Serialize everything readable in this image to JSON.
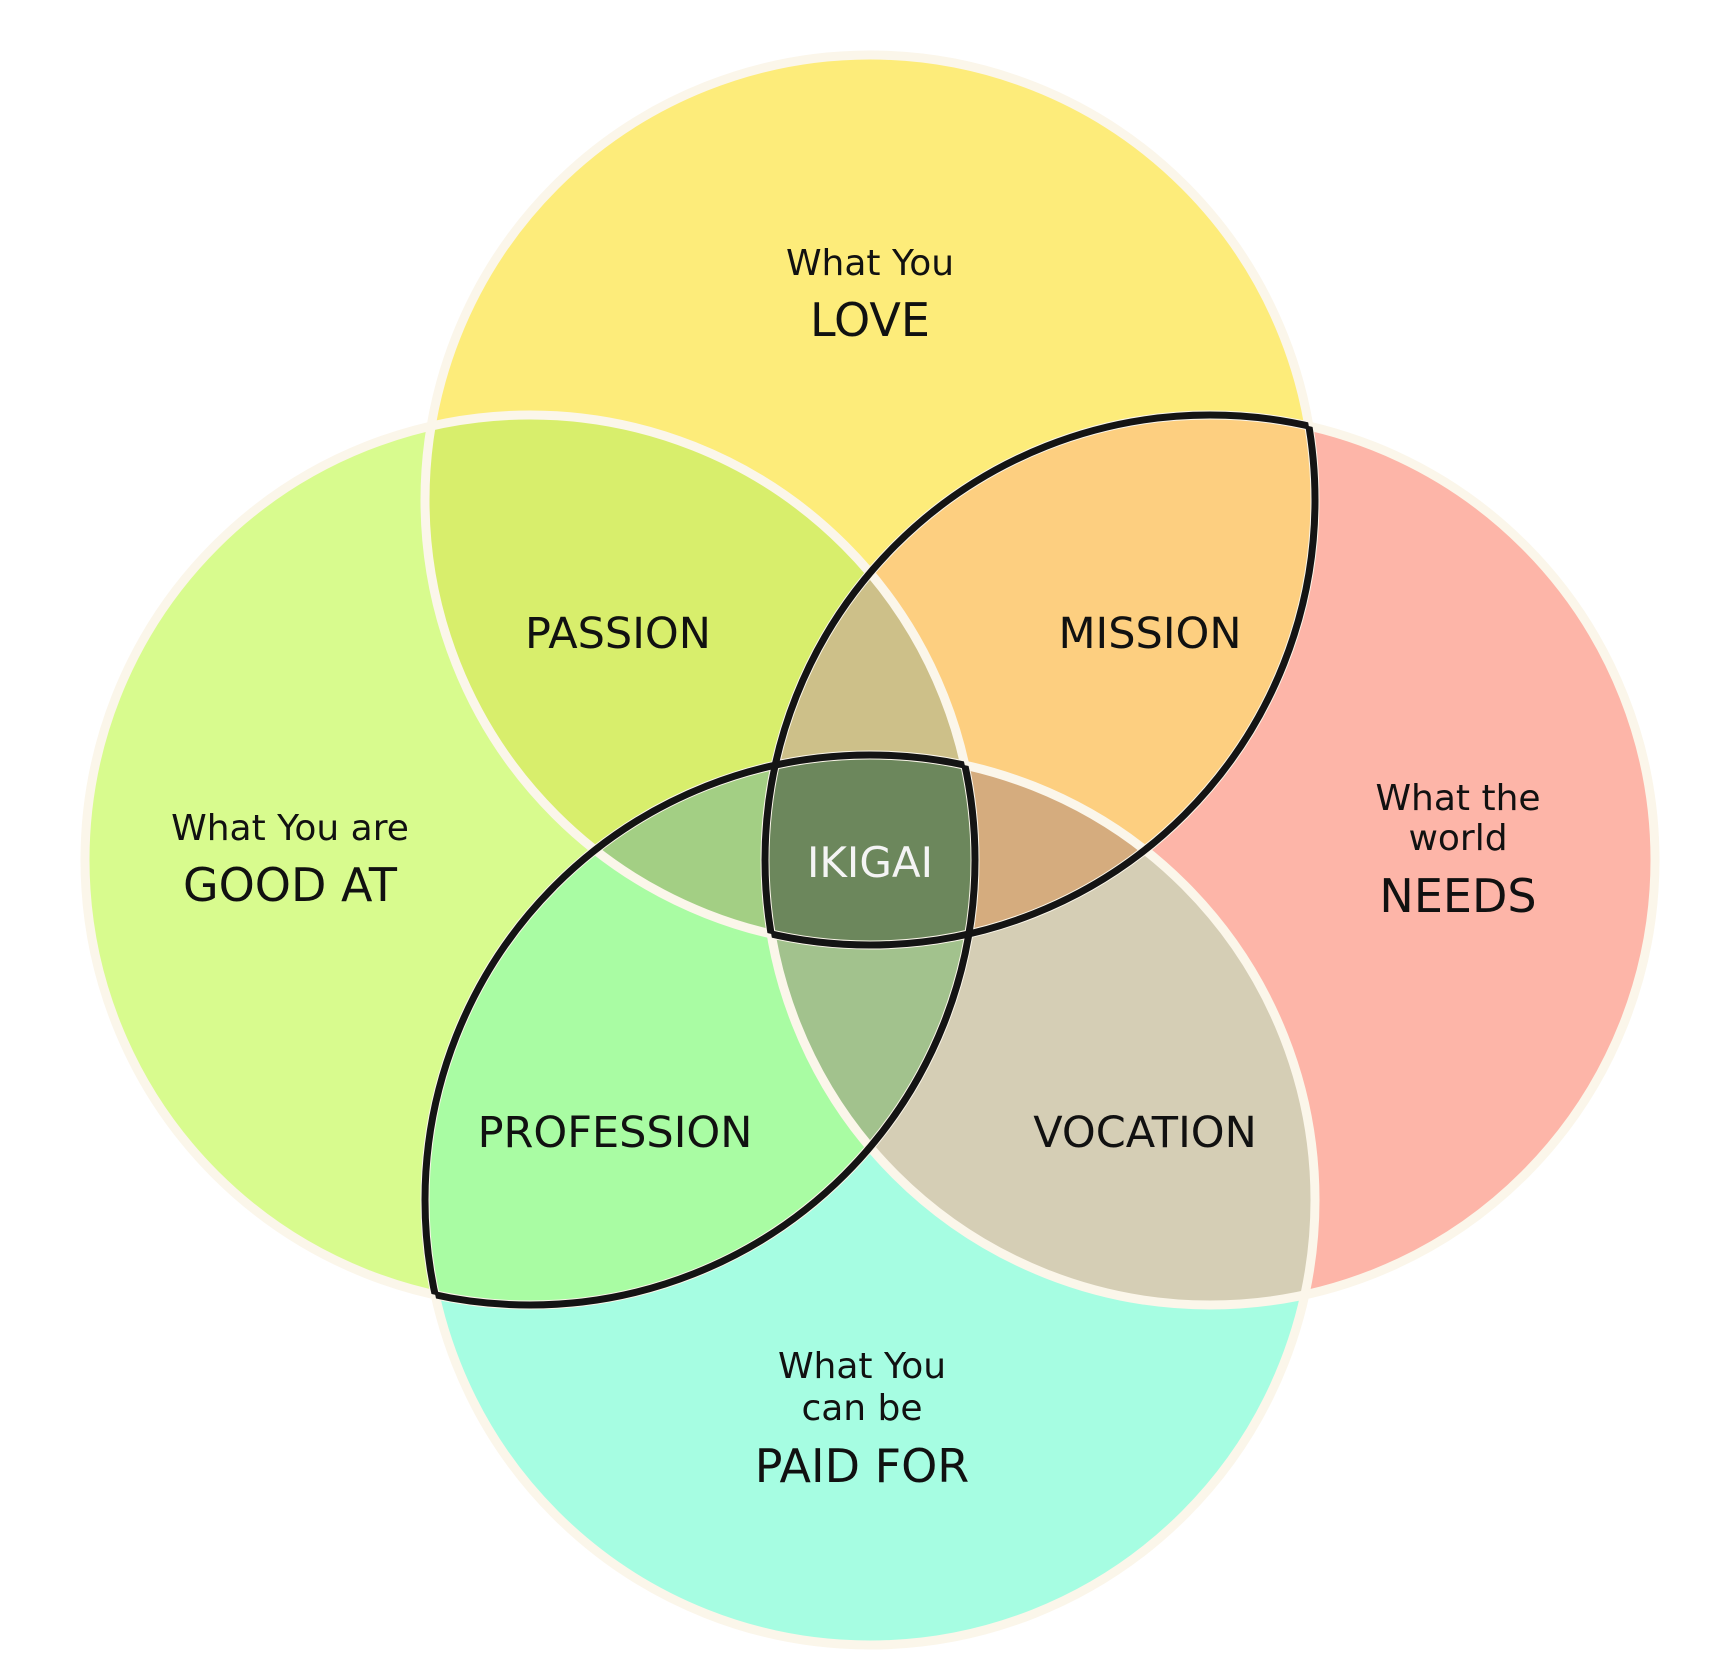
{
  "circles": {
    "love": {
      "lines": [
        "What You"
      ],
      "emphasis": "LOVE",
      "color": "#fdec7a"
    },
    "good_at": {
      "lines": [
        "What You are"
      ],
      "emphasis": "GOOD AT",
      "color": "#d8fb8e"
    },
    "needs": {
      "lines": [
        "What the",
        "world"
      ],
      "emphasis": "NEEDS",
      "color": "#fdb5a8"
    },
    "paid_for": {
      "lines": [
        "What You",
        "can be"
      ],
      "emphasis": "PAID FOR",
      "color": "#a6fde2"
    }
  },
  "overlaps": {
    "passion": {
      "label": "PASSION",
      "color": "#d8ee6c"
    },
    "mission": {
      "label": "MISSION",
      "color": "#fdcf80"
    },
    "profession": {
      "label": "PROFESSION",
      "color": "#a9fca3"
    },
    "vocation": {
      "label": "VOCATION",
      "color": "#d5ceb5"
    }
  },
  "triple_overlaps": {
    "love_good_needs": {
      "color": "#cdc089"
    },
    "good_paid_love": {
      "color": "#a3cf84"
    },
    "needs_paid_love": {
      "color": "#d5ac7e"
    },
    "good_needs_paid": {
      "color": "#a2c28d"
    }
  },
  "center": {
    "label": "IKIGAI",
    "color": "#6c875c"
  },
  "stroke_colors": {
    "rim": "#fbf6ea",
    "outline": "#141414"
  }
}
